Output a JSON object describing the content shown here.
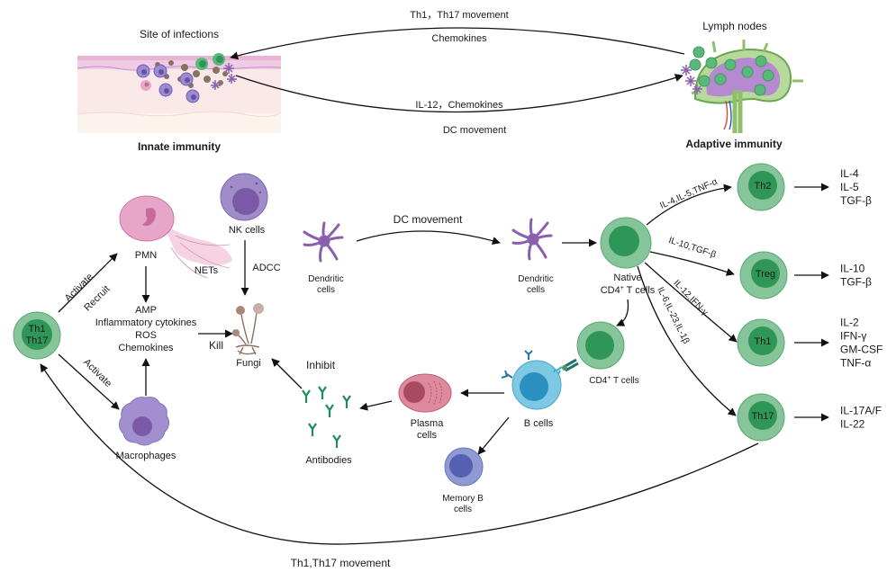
{
  "top": {
    "site_title": "Site of infections",
    "site_caption": "Innate immunity",
    "lymph_title": "Lymph nodes",
    "lymph_caption": "Adaptive immunity",
    "upper_arc_label_1": "Th1，Th17 movement",
    "upper_arc_label_2": "Chemokines",
    "lower_arc_label_1": "IL-12，Chemokines",
    "lower_arc_label_2": "DC  movement"
  },
  "innate": {
    "th_cell_line1": "Th1",
    "th_cell_line2": "Th17",
    "activate_upper": "Activate",
    "recruit": "Recruit",
    "activate_lower": "Activate",
    "pmn": "PMN",
    "nets": "NETs",
    "nk_cells": "NK cells",
    "adcc": "ADCC",
    "effectors": [
      "AMP",
      "Inflammatory cytokines",
      "ROS",
      "Chemokines"
    ],
    "kill": "Kill",
    "fungi": "Fungi",
    "inhibit": "Inhibit",
    "macrophages": "Macrophages",
    "antibodies": "Antibodies"
  },
  "adaptive": {
    "dc_left_line1": "Dendritic",
    "dc_left_line2": "cells",
    "dc_movement": "DC movement",
    "dc_right_line1": "Dendritic",
    "dc_right_line2": "cells",
    "native_line1": "Native",
    "native_line2_prefix": "CD4",
    "native_line2_suffix": " T cells",
    "cd4_prefix": "CD4",
    "cd4_suffix": " T cells",
    "superscript": "+",
    "b_cells": "B cells",
    "plasma_line1": "Plasma",
    "plasma_line2": "cells",
    "memory_line1": "Memory B",
    "memory_line2": "cells",
    "bottom_movement": "Th1,Th17 movement"
  },
  "subsets": [
    {
      "name": "Th2",
      "inducers": "IL-4,IL-5,TNF-α",
      "outputs": [
        "IL-4",
        "IL-5",
        "TGF-β"
      ]
    },
    {
      "name": "Treg",
      "inducers": "IL-10,TGF-β",
      "outputs": [
        "IL-10",
        "TGF-β"
      ]
    },
    {
      "name": "Th1",
      "inducers": "IL-12,IFN-γ",
      "outputs": [
        "IL-2",
        "IFN-γ",
        "GM-CSF",
        "TNF-α"
      ]
    },
    {
      "name": "Th17",
      "inducers": "IL-6,IL-23,IL-1β",
      "outputs": [
        "IL-17A/F",
        "IL-22"
      ]
    }
  ],
  "colors": {
    "t_cell_outer": "#86c59a",
    "t_cell_inner": "#2e9656",
    "t_cell_stroke": "#5aa874",
    "dendritic": "#8b5fb0",
    "nk_outer": "#a08cc8",
    "nk_inner": "#7a5aa6",
    "macrophage": "#a28fd0",
    "b_cell_outer": "#7ec8e3",
    "b_cell_inner": "#2a90c0",
    "plasma_outer": "#dc8a9c",
    "plasma_inner": "#a94a63",
    "memory_outer": "#8f9ad4",
    "memory_inner": "#5660b0",
    "antibody": "#1f8a5a",
    "pmn": "#e4a0c0",
    "fungi": "#8a7060"
  }
}
